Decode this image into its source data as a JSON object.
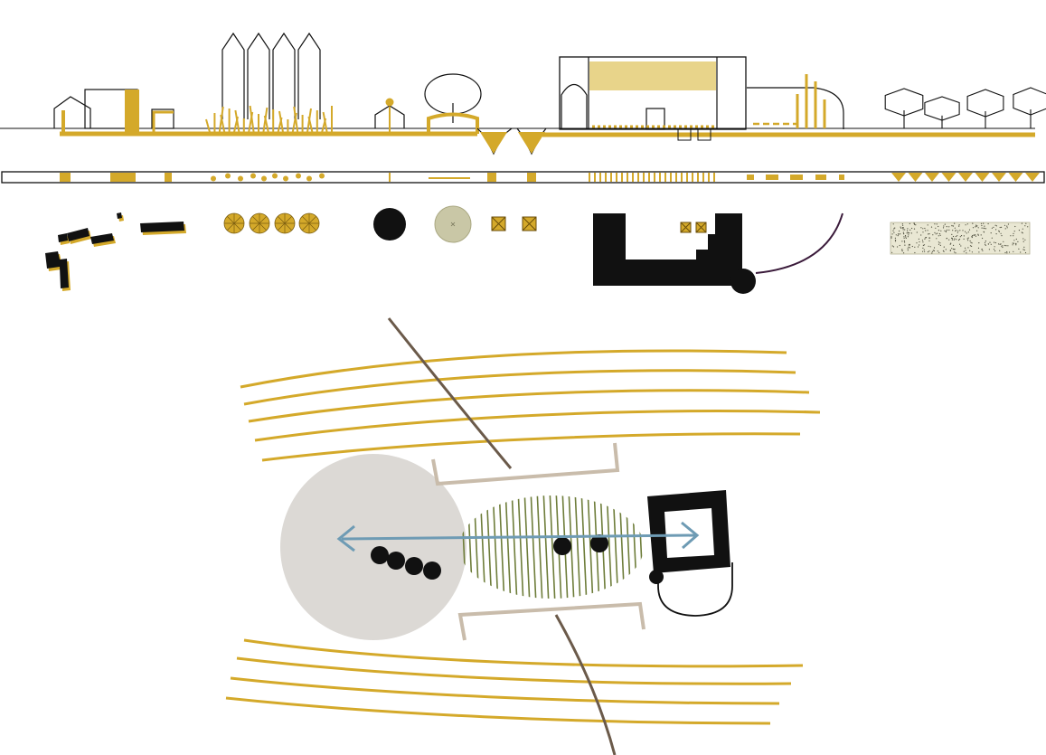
{
  "colors": {
    "background": "#ffffff",
    "ink": "#111111",
    "ochre": "#d4a92a",
    "ochre_light": "#e8d48a",
    "sage": "#c9c7a6",
    "sage_stroke": "#aaa882",
    "green_hatch": "#6e7d3a",
    "grey_disc": "#dcd9d5",
    "taupe": "#c9bcab",
    "path_brown": "#6b5a4a",
    "axis_blue": "#6e9bb4",
    "plum": "#3a1a3a",
    "stipple_fill": "#e9e7d3"
  },
  "diagram": {
    "elevation_section": {
      "building_groups": [
        "village-houses",
        "pointed-gable-row",
        "small-chapel",
        "dish-pavilion",
        "sunken-channels",
        "large-hall",
        "curved-annex",
        "tree-row"
      ]
    },
    "legend_strip": {
      "segments": [
        "house-blocks",
        "dot-row",
        "bar-marker",
        "square-markers",
        "hatched-band",
        "dash-row",
        "triangle-row"
      ]
    },
    "plan_symbols": [
      "building-footprints",
      "tree-circles",
      "black-disc",
      "sage-disc",
      "crossed-squares",
      "hall-footprint",
      "stippled-field"
    ],
    "site_plan": {
      "elements": [
        "contour-lines-north",
        "contour-lines-south",
        "footpath",
        "grey-plaza",
        "hatched-oval",
        "bracket-benches",
        "axis-arrow",
        "black-dots",
        "square-building",
        "semicircle-annex"
      ]
    }
  }
}
